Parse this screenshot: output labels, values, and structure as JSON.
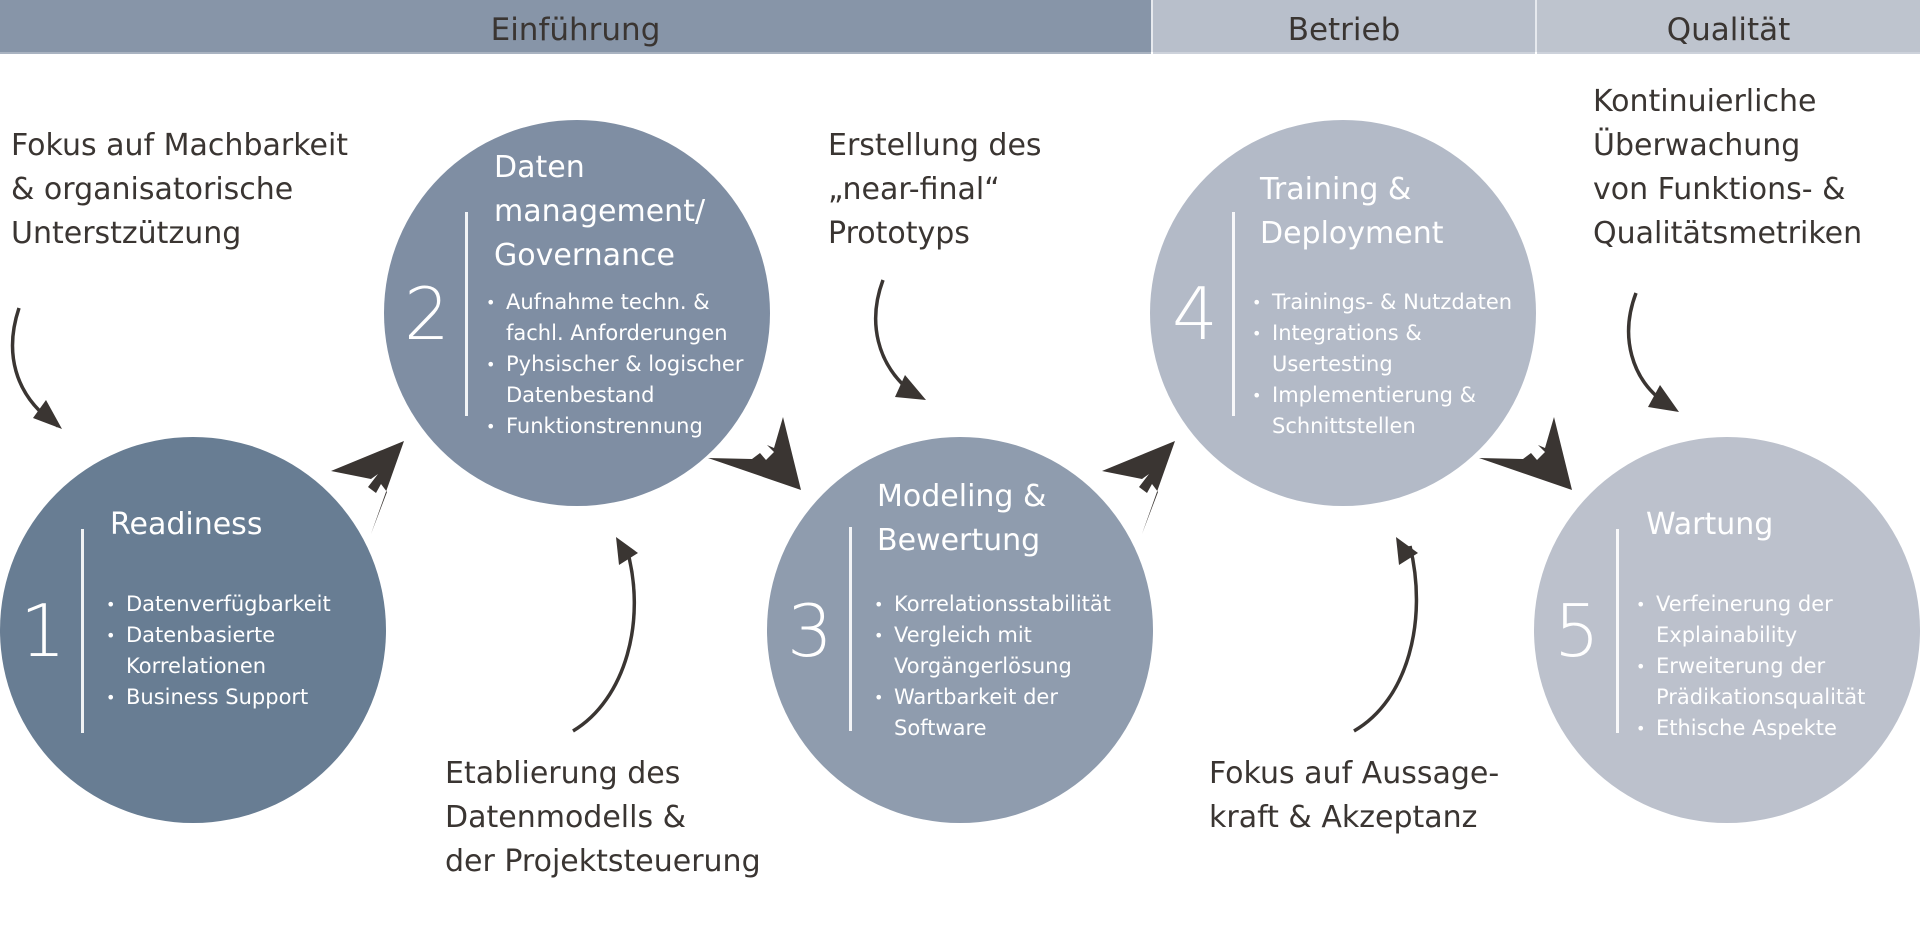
{
  "header": {
    "segments": [
      {
        "label": "Einführung",
        "color": "#8795a8"
      },
      {
        "label": "Betrieb",
        "color": "#b8bfcb"
      },
      {
        "label": "Qualität",
        "color": "#bec4ce"
      }
    ]
  },
  "phases": [
    {
      "number": "1",
      "title": "Readiness",
      "color": "#687d93",
      "items": [
        "Datenverfügbarkeit",
        "Datenbasierte",
        "Korrelationen",
        "Business Support"
      ],
      "bullets": [
        true,
        true,
        false,
        true
      ]
    },
    {
      "number": "2",
      "title_lines": [
        "Daten",
        "management/",
        "Governance"
      ],
      "color": "#7f8ea3",
      "items": [
        "Aufnahme techn. &",
        "fachl. Anforderungen",
        "Pyhsischer & logischer",
        "Datenbestand",
        "Funktionstrennung"
      ],
      "bullets": [
        true,
        false,
        true,
        false,
        true
      ]
    },
    {
      "number": "3",
      "title_lines": [
        "Modeling &",
        "Bewertung"
      ],
      "color": "#8f9cae",
      "items": [
        "Korrelationsstabilität",
        "Vergleich mit",
        "Vorgängerlösung",
        "Wartbarkeit der",
        "Software"
      ],
      "bullets": [
        true,
        true,
        false,
        true,
        false
      ]
    },
    {
      "number": "4",
      "title_lines": [
        "Training &",
        "Deployment"
      ],
      "color": "#b3bac7",
      "items": [
        "Trainings- & Nutzdaten",
        "Integrations &",
        "Usertesting",
        "Implementierung &",
        "Schnittstellen"
      ],
      "bullets": [
        true,
        true,
        false,
        true,
        false
      ]
    },
    {
      "number": "5",
      "title": "Wartung",
      "color": "#bcc1cc",
      "items": [
        "Verfeinerung der",
        "Explainability",
        "Erweiterung der",
        "Prädikationsqualität",
        "Ethische Aspekte"
      ],
      "bullets": [
        true,
        false,
        true,
        false,
        true
      ]
    }
  ],
  "notes": {
    "n1": [
      "Fokus auf Machbarkeit",
      "& organisatorische",
      "Unterstzützung"
    ],
    "n2": [
      "Etablierung des",
      "Datenmodells &",
      "der Projektsteuerung"
    ],
    "n3": [
      "Erstellung des",
      "„near-final“",
      "Prototyps"
    ],
    "n4": [
      "Fokus auf Aussage-",
      "kraft & Akzeptanz"
    ],
    "n5": [
      "Kontinuierliche",
      "Überwachung",
      "von Funktions- &",
      "Qualitätsmetriken"
    ]
  },
  "colors": {
    "arrow": "#3a3532",
    "text": "#3a3532"
  }
}
